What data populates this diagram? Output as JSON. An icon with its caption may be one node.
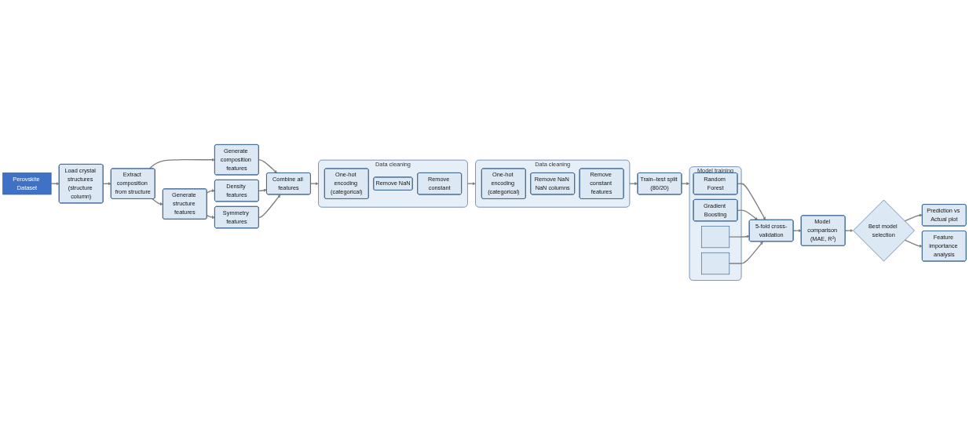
{
  "diagram": {
    "nodes": [
      {
        "text": [
          "Perovskite Dataset"
        ]
      },
      {
        "text": [
          "Load crystal structures (structure column)"
        ]
      },
      {
        "text": [
          "Extract composition from structure"
        ]
      },
      {
        "text": [
          "Generate composition features"
        ]
      },
      {
        "text": [
          "Generate structure features"
        ]
      },
      {
        "text": [
          "Density features"
        ]
      },
      {
        "text": [
          "Symmetry features"
        ]
      },
      {
        "text": [
          "Combine all features"
        ]
      },
      {
        "text": [
          "Data cleaning"
        ]
      },
      {
        "text": [
          "One-hot encoding (categorical)"
        ],
        "in": 8
      },
      {
        "text": [
          "Remove NaN"
        ],
        "in": 8
      },
      {
        "text": [
          "Remove constant"
        ],
        "in": 8
      },
      {
        "text": [
          "Data cleaning"
        ]
      },
      {
        "text": [
          "One-hot encoding (categorical)"
        ],
        "in": 12
      },
      {
        "text": [
          "Remove NaN NaN columns"
        ],
        "in": 12
      },
      {
        "text": [
          "Remove constant features"
        ],
        "in": 12
      },
      {
        "text": [
          "Train–test split (80/20)"
        ]
      },
      {
        "text": [
          "Model training"
        ]
      },
      {
        "text": [
          "Random Forest"
        ],
        "in": 17
      },
      {
        "text": [
          "Gradient Boosting"
        ],
        "in": 17
      },
      {
        "text": [],
        "shape": "box",
        "in": 17
      },
      {
        "text": [],
        "shape": "box",
        "in": 17
      },
      {
        "text": [
          "5-fold cross-validation"
        ]
      },
      {
        "text": [
          "Model comparison (MAE, R²)"
        ]
      },
      {
        "text": [
          "Best model selection"
        ]
      },
      {
        "text": [
          "Prediction vs Actual plot"
        ]
      },
      {
        "text": [
          "Feature importance analysis"
        ]
      }
    ],
    "edges": [
      {
        "from": 0,
        "to": 1,
        "arrow": "to"
      },
      {
        "from": 1,
        "to": 2,
        "arrow": "to"
      },
      {
        "from": 2,
        "to": 3,
        "arrow": "to"
      },
      {
        "from": 2,
        "to": 4,
        "arrow": "to"
      },
      {
        "from": 4,
        "to": 5,
        "arrow": "to"
      },
      {
        "from": 4,
        "to": 6,
        "arrow": "to"
      },
      {
        "from": 3,
        "to": 7,
        "arrow": "to"
      },
      {
        "from": 5,
        "to": 7,
        "arrow": "to"
      },
      {
        "from": 6,
        "to": 7,
        "arrow": "to"
      },
      {
        "from": 7,
        "to": 8,
        "arrow": "to"
      },
      {
        "from": 8,
        "to": 12,
        "arrow": "to"
      },
      {
        "from": 12,
        "to": 16,
        "arrow": "to"
      },
      {
        "from": 16,
        "to": 17,
        "arrow": "to"
      },
      {
        "from": 18,
        "to": 22,
        "arrow": "to"
      },
      {
        "from": 19,
        "to": 22,
        "arrow": "to"
      },
      {
        "from": 20,
        "to": 22,
        "arrow": "to"
      },
      {
        "from": 21,
        "to": 22,
        "arrow": "to"
      },
      {
        "from": 22,
        "to": 23,
        "arrow": "to"
      },
      {
        "from": 23,
        "to": 24,
        "arrow": "to"
      },
      {
        "from": 24,
        "to": 25,
        "arrow": "to"
      },
      {
        "from": 24,
        "to": 26,
        "arrow": "to"
      }
    ]
  }
}
